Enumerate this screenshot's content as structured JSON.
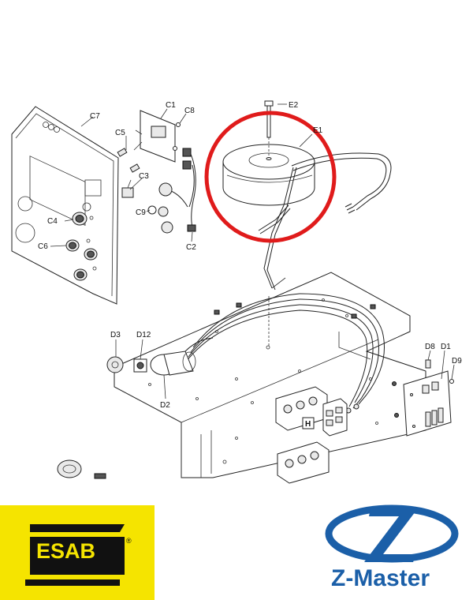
{
  "callouts": {
    "c1": "C1",
    "c2": "C2",
    "c3": "C3",
    "c4": "C4",
    "c5": "C5",
    "c6": "C6",
    "c7": "C7",
    "c8": "C8",
    "c9": "C9",
    "e1": "E1",
    "e2": "E2",
    "d1": "D1",
    "d2": "D2",
    "d3": "D3",
    "d8": "D8",
    "d9": "D9",
    "d12": "D12",
    "h": "H"
  },
  "brands": {
    "esab": "ESAB",
    "esab_mark": "®",
    "zmaster": "Z-Master"
  },
  "colors": {
    "highlight": "#e01b1b",
    "esab_yellow": "#f5e400",
    "zmaster_blue": "#1b5fa8"
  }
}
